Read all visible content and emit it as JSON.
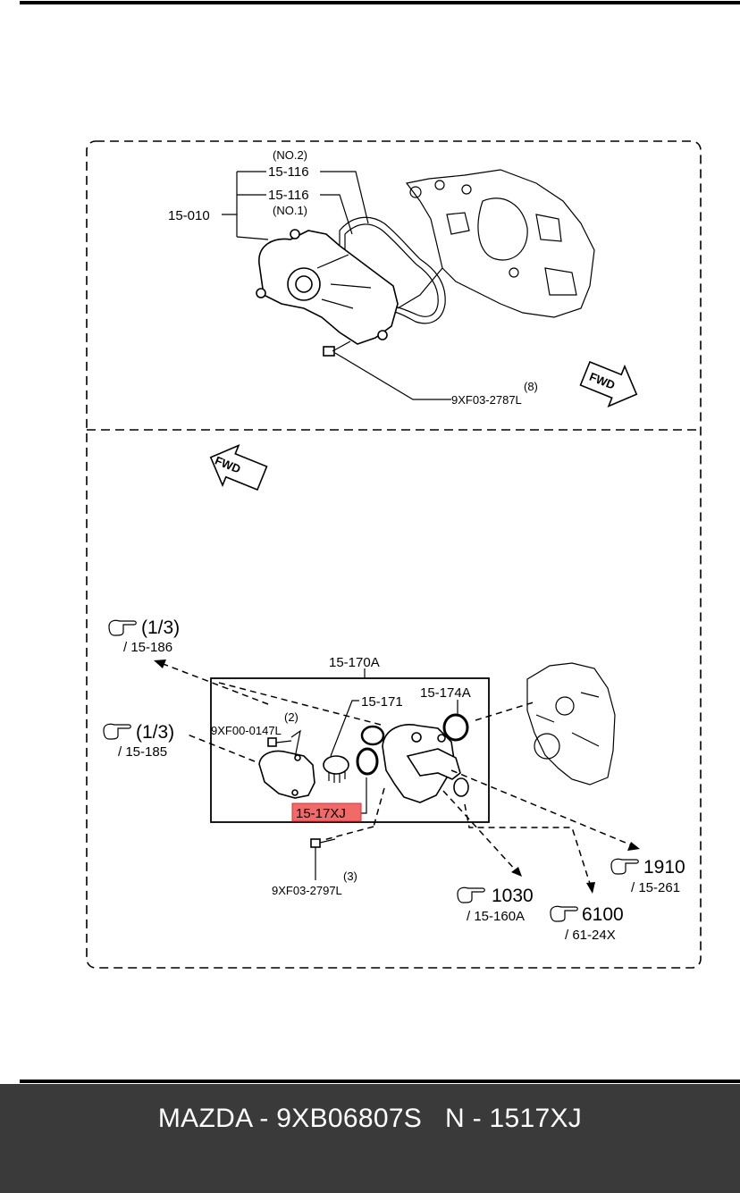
{
  "top_panel": {
    "label_no2": "(NO.2)",
    "label_15_116_a": "15-116",
    "label_15_116_b": "15-116",
    "label_no1": "(NO.1)",
    "label_15_010": "15-010",
    "label_qty_8": "(8)",
    "label_bolt": "9XF03-2787L",
    "fwd": "FWD"
  },
  "bottom_panel": {
    "fwd": "FWD",
    "ref_186_frac": "(1/3)",
    "ref_186": "/ 15-186",
    "ref_185_frac": "(1/3)",
    "ref_185": "/ 15-185",
    "label_15_170A": "15-170A",
    "label_15_171": "15-171",
    "label_15_174A": "15-174A",
    "label_qty_2": "(2)",
    "label_bolt_0147": "9XF00-0147L",
    "label_highlight": "15-17XJ",
    "label_qty_3": "(3)",
    "label_bolt_2797": "9XF03-2797L",
    "ref_1910_num": "1910",
    "ref_1910": "/ 15-261",
    "ref_1030_num": "1030",
    "ref_1030": "/ 15-160A",
    "ref_6100_num": "6100",
    "ref_6100": "/ 61-24X"
  },
  "colors": {
    "highlight": "#f06a6a",
    "footer_bg": "#3a3a3a",
    "footer_text": "#ffffff"
  },
  "icons": [
    "pointing-hand-icon",
    "fwd-arrow-icon"
  ],
  "footer": {
    "text": "MAZDA - 9XB06807S   N - 1517XJ"
  }
}
